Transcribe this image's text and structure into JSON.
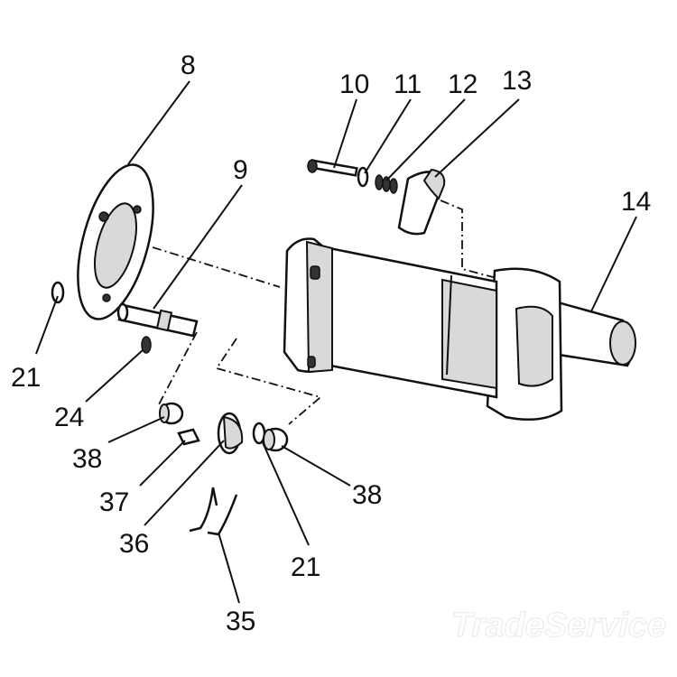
{
  "callouts": {
    "c8": "8",
    "c9": "9",
    "c10": "10",
    "c11": "11",
    "c12": "12",
    "c13": "13",
    "c14": "14",
    "c21_left": "21",
    "c24": "24",
    "c38_left": "38",
    "c37": "37",
    "c36": "36",
    "c35": "35",
    "c21_bottom": "21",
    "c38_right": "38"
  },
  "watermark": "TradeService"
}
